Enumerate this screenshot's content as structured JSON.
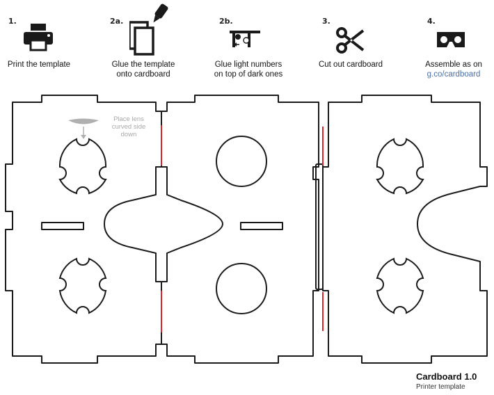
{
  "steps": [
    {
      "number": "1.",
      "lines": [
        "Print the template"
      ],
      "icon": "printer-icon"
    },
    {
      "number": "2a.",
      "lines": [
        "Glue the template",
        "onto cardboard"
      ],
      "icon": "glue-bottle-icon"
    },
    {
      "number": "2b.",
      "lines": [
        "Glue light numbers",
        "on top of dark ones"
      ],
      "icon": "number-overlay-icon"
    },
    {
      "number": "3.",
      "lines": [
        "Cut out cardboard"
      ],
      "icon": "scissors-icon"
    },
    {
      "number": "4.",
      "lines": [
        "Assemble as on"
      ],
      "link": "g.co/cardboard",
      "icon": "cardboard-viewer-icon"
    }
  ],
  "lens_note": [
    "Place lens",
    "curved side",
    "down"
  ],
  "footer": {
    "title": "Cardboard 1.0",
    "subtitle": "Printer template"
  },
  "colors": {
    "outline": "#1a1a1a",
    "fold_line": "#d9252a",
    "note": "#a8a8a8",
    "link": "#4a6fa5"
  }
}
